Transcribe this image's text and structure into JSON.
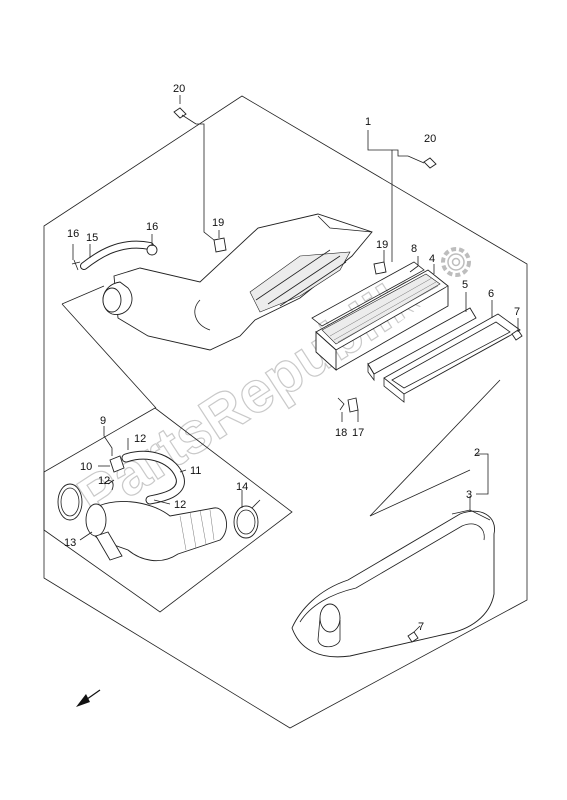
{
  "diagram": {
    "callouts": [
      {
        "id": "c20a",
        "text": "20"
      },
      {
        "id": "c20b",
        "text": "20"
      },
      {
        "id": "c1",
        "text": "1"
      },
      {
        "id": "c16a",
        "text": "16"
      },
      {
        "id": "c15",
        "text": "15"
      },
      {
        "id": "c16b",
        "text": "16"
      },
      {
        "id": "c19a",
        "text": "19"
      },
      {
        "id": "c19b",
        "text": "19"
      },
      {
        "id": "c8",
        "text": "8"
      },
      {
        "id": "c4",
        "text": "4"
      },
      {
        "id": "c5",
        "text": "5"
      },
      {
        "id": "c6",
        "text": "6"
      },
      {
        "id": "c7a",
        "text": "7"
      },
      {
        "id": "c18",
        "text": "18"
      },
      {
        "id": "c17",
        "text": "17"
      },
      {
        "id": "c9",
        "text": "9"
      },
      {
        "id": "c12a",
        "text": "12"
      },
      {
        "id": "c10",
        "text": "10"
      },
      {
        "id": "c11",
        "text": "11"
      },
      {
        "id": "c12b",
        "text": "12"
      },
      {
        "id": "c12c",
        "text": "12"
      },
      {
        "id": "c14",
        "text": "14"
      },
      {
        "id": "c13",
        "text": "13"
      },
      {
        "id": "c2",
        "text": "2"
      },
      {
        "id": "c3",
        "text": "3"
      },
      {
        "id": "c7b",
        "text": "7"
      }
    ],
    "watermark": "PartsRepublik",
    "colors": {
      "line": "#222222",
      "label": "#111111",
      "watermark": "#c9c9c9"
    },
    "icons": [
      "gear-icon",
      "direction-arrow-icon"
    ]
  }
}
